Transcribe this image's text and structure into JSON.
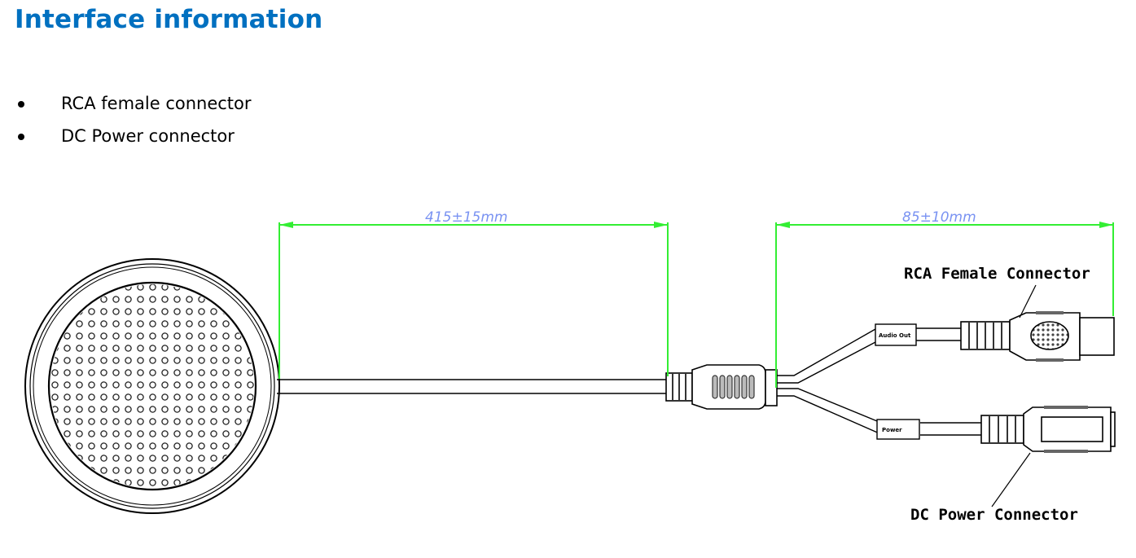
{
  "heading": "Interface information",
  "bullets": [
    {
      "label": "RCA female connector"
    },
    {
      "label": "DC Power connector"
    }
  ],
  "diagram": {
    "dimension_cable": "415±15mm",
    "dimension_pigtail": "85±10mm",
    "callout_rca": "RCA Female Connector",
    "callout_dc": "DC Power Connector",
    "tag_audio": "Audio Out",
    "tag_power": "Power",
    "colors": {
      "heading": "#0070c0",
      "dimension_line": "#33ee33",
      "dimension_text": "#7a93f2",
      "drawing": "#000000"
    }
  }
}
